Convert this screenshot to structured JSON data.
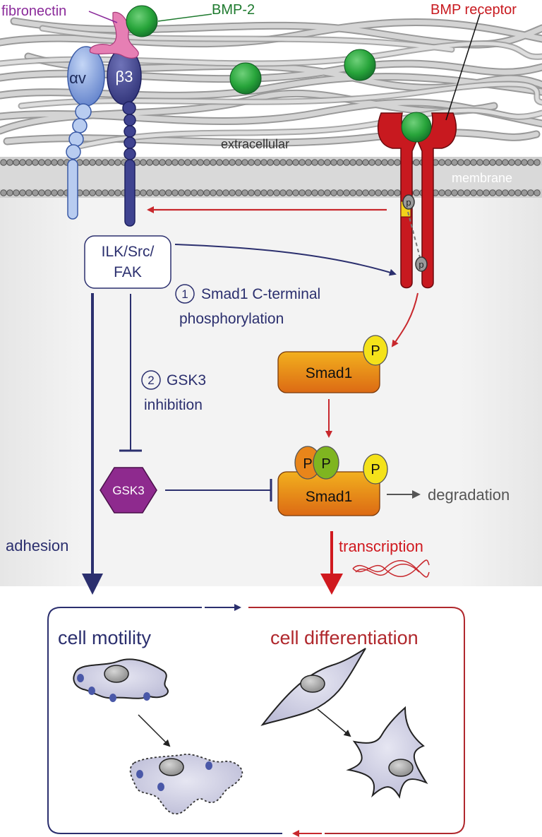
{
  "labels": {
    "fibronectin": "fibronectin",
    "bmp2": "BMP-2",
    "bmp_receptor": "BMP receptor",
    "alpha_v": "αv",
    "beta3": "β3",
    "extracellular": "extracellular",
    "membrane": "membrane",
    "ilk_line1": "ILK/Src/",
    "ilk_line2": "FAK",
    "step1_num": "1",
    "step1_line1": "Smad1 C-terminal",
    "step1_line2": "phosphorylation",
    "step2_num": "2",
    "step2_line1": "GSK3",
    "step2_line2": "inhibition",
    "gsk3": "GSK3",
    "smad1_top": "Smad1",
    "smad1_bottom": "Smad1",
    "p": "P",
    "receptor_p": "p",
    "degradation": "degradation",
    "adhesion": "adhesion",
    "transcription": "transcription",
    "cell_motility": "cell motility",
    "cell_differentiation": "cell differentiation"
  },
  "colors": {
    "navy": "#2b2f6e",
    "red": "#d0191f",
    "dark_red": "#b0282d",
    "fibronectin_purple": "#8a2a9a",
    "bmp_green": "#1e7a2e",
    "gsk3_purple": "#8e2a8e",
    "smad_orange": "#e48a1a",
    "p_yellow": "#f4e21a",
    "p_green": "#7fb520",
    "cell_fill": "#c9c9e0",
    "fiber_grey": "#b5b5b5",
    "gray_text": "#555555"
  }
}
